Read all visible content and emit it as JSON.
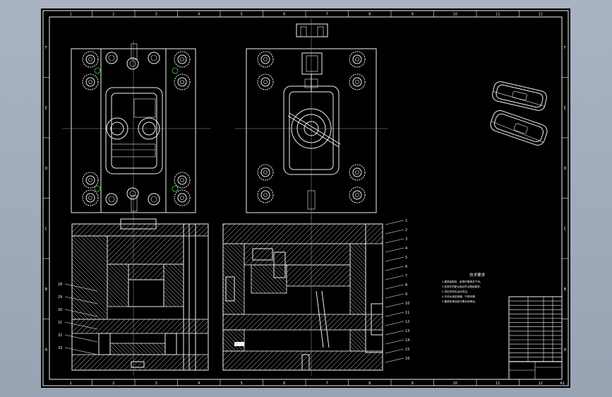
{
  "drawing": {
    "notes_title": "技术要求",
    "notes_lines": [
      "1.模具装配前，各零件需清洗干净。",
      "2.各零件的配合面应符合图纸要求，",
      "3.顶出机构应运动灵活。",
      "4.冷却水道应畅通，不得渗漏。",
      "5.模具各滑动部分需涂润滑油。"
    ],
    "left_labels": [
      "28",
      "29",
      "30",
      "31",
      "32",
      "33"
    ],
    "right_labels": [
      "1",
      "2",
      "3",
      "4",
      "5",
      "6",
      "7",
      "8",
      "9",
      "10",
      "11",
      "12",
      "13",
      "14",
      "15",
      "16"
    ],
    "top_numbers": [
      "1",
      "2",
      "3",
      "4",
      "5",
      "6",
      "7",
      "8",
      "9",
      "10",
      "11",
      "12"
    ],
    "side_letters": [
      "F",
      "E",
      "D",
      "C",
      "B",
      "A"
    ]
  },
  "title_block": {
    "sheet": "A1"
  }
}
